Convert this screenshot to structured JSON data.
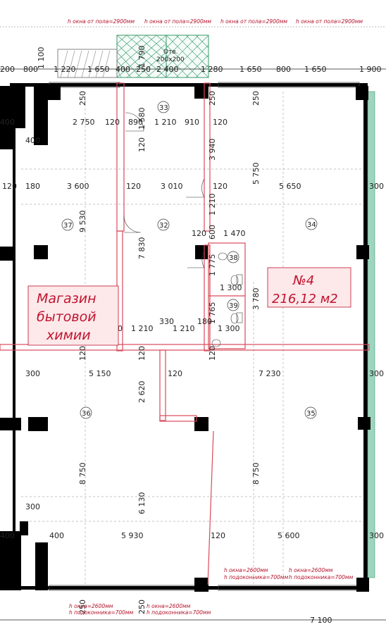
{
  "window_notes_top": [
    "h окна от пола=2900мм",
    "h окна от пола=2900мм",
    "h окна от пола=2900мм",
    "h окна от пола=2900мм"
  ],
  "opening": {
    "title": "Отв.",
    "size": "200х200"
  },
  "top_dims": [
    "200",
    "800",
    "1 220",
    "1 650",
    "400",
    "250",
    "2 400",
    "1 280",
    "1 650",
    "800",
    "1 650",
    "1 900"
  ],
  "top_vdims": [
    "1 100",
    "1 790"
  ],
  "room_numbers": [
    "33",
    "32",
    "37",
    "34",
    "38",
    "39",
    "36",
    "35"
  ],
  "dims_h": {
    "d1": "400",
    "d2": "2 750",
    "d3": "120",
    "d4": "890",
    "d5": "1 210",
    "d6": "910",
    "d7": "120",
    "d8": "120",
    "d9": "180",
    "d10": "3 600",
    "d11": "120",
    "d12": "3 010",
    "d13": "120",
    "d14": "5 650",
    "d15": "300",
    "d16": "120",
    "d17": "1 470",
    "d18": "1 300",
    "d19": "1 300",
    "d20": "10",
    "d21": "1 210",
    "d22": "330",
    "d23": "1 210",
    "d24": "180",
    "d25": "300",
    "d26": "5 150",
    "d27": "120",
    "d28": "7 230",
    "d29": "300",
    "d30": "300",
    "d31": "400",
    "d32": "5 930",
    "d33": "120",
    "d34": "5 600",
    "d35": "300",
    "d36": "400",
    "d37": "400",
    "d38": "7 100"
  },
  "dims_v": {
    "v1": "250",
    "v2": "1 580",
    "v3": "250",
    "v4": "250",
    "v5": "120",
    "v6": "3 940",
    "v7": "5 750",
    "v8": "9 530",
    "v9": "1 210",
    "v10": "600",
    "v11": "7 830",
    "v12": "1 775",
    "v13": "3 780",
    "v14": "1 765",
    "v15": "120",
    "v16": "120",
    "v17": "120",
    "v18": "2 620",
    "v19": "8 750",
    "v20": "6 130",
    "v21": "8 750",
    "v22": "250",
    "v23": "250"
  },
  "shop_label": {
    "line1": "Магазин",
    "line2": "бытовой",
    "line3": "химии"
  },
  "unit_label": {
    "number": "№4",
    "area": "216,12 м2"
  },
  "window_notes_bottom": [
    {
      "a": "h окна=2600мм",
      "b": "h подоконника=700мм"
    },
    {
      "a": "h окна=2600мм",
      "b": "h подоконника=700мм"
    },
    {
      "a": "h окна=2600мм",
      "b": "h подоконника=700мм"
    },
    {
      "a": "h окна=2600мм",
      "b": "h подоконника=700мм"
    }
  ],
  "colors": {
    "walls": "#000000",
    "partition": "#d94a5a",
    "glazing": "#9fd5c0",
    "accent": "#c0152f"
  }
}
